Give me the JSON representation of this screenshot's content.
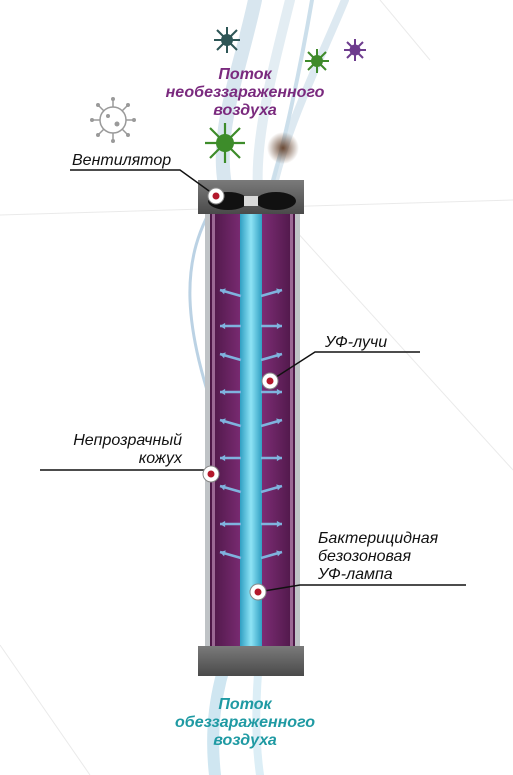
{
  "labels": {
    "inflow": [
      "Поток",
      "необеззараженного",
      "воздуха"
    ],
    "fan": "Вентилятор",
    "uv_rays": "УФ-лучи",
    "housing": [
      "Непрозрачный",
      "кожух"
    ],
    "lamp": [
      "Бактерицидная",
      "безозоновая",
      "УФ-лампа"
    ],
    "outflow": [
      "Поток",
      "обеззараженного",
      "воздуха"
    ]
  },
  "colors": {
    "tube_purple": "#6e2266",
    "lamp_cyan": "#4fc4e3",
    "cap_gray": "#5d5d5d",
    "marker_red": "#b3182b",
    "inflow_text": "#7a2a7e",
    "outflow_text": "#1f9aa3"
  },
  "icons": [
    "virus-icon",
    "fan-icon",
    "uv-ray-arrow-icon",
    "callout-marker-icon"
  ]
}
